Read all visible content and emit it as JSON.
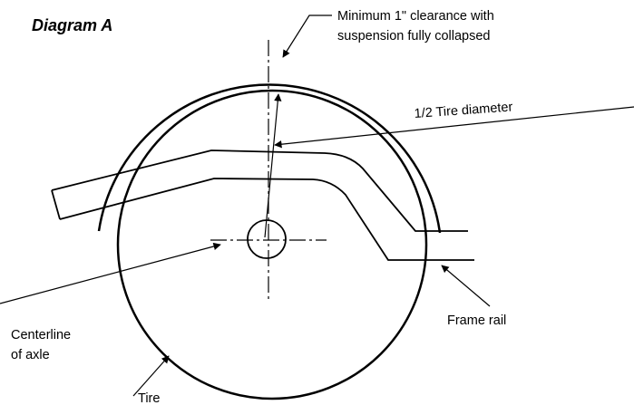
{
  "title": "Diagram A",
  "callouts": {
    "clearance_line1": "Minimum 1\" clearance with",
    "clearance_line2": "suspension fully collapsed",
    "half_diameter": "1/2 Tire diameter",
    "centerline_line1": "Centerline",
    "centerline_line2": "of axle",
    "frame_rail": "Frame rail",
    "tire": "Tire"
  },
  "colors": {
    "ink": "#000000",
    "background": "#ffffff"
  }
}
